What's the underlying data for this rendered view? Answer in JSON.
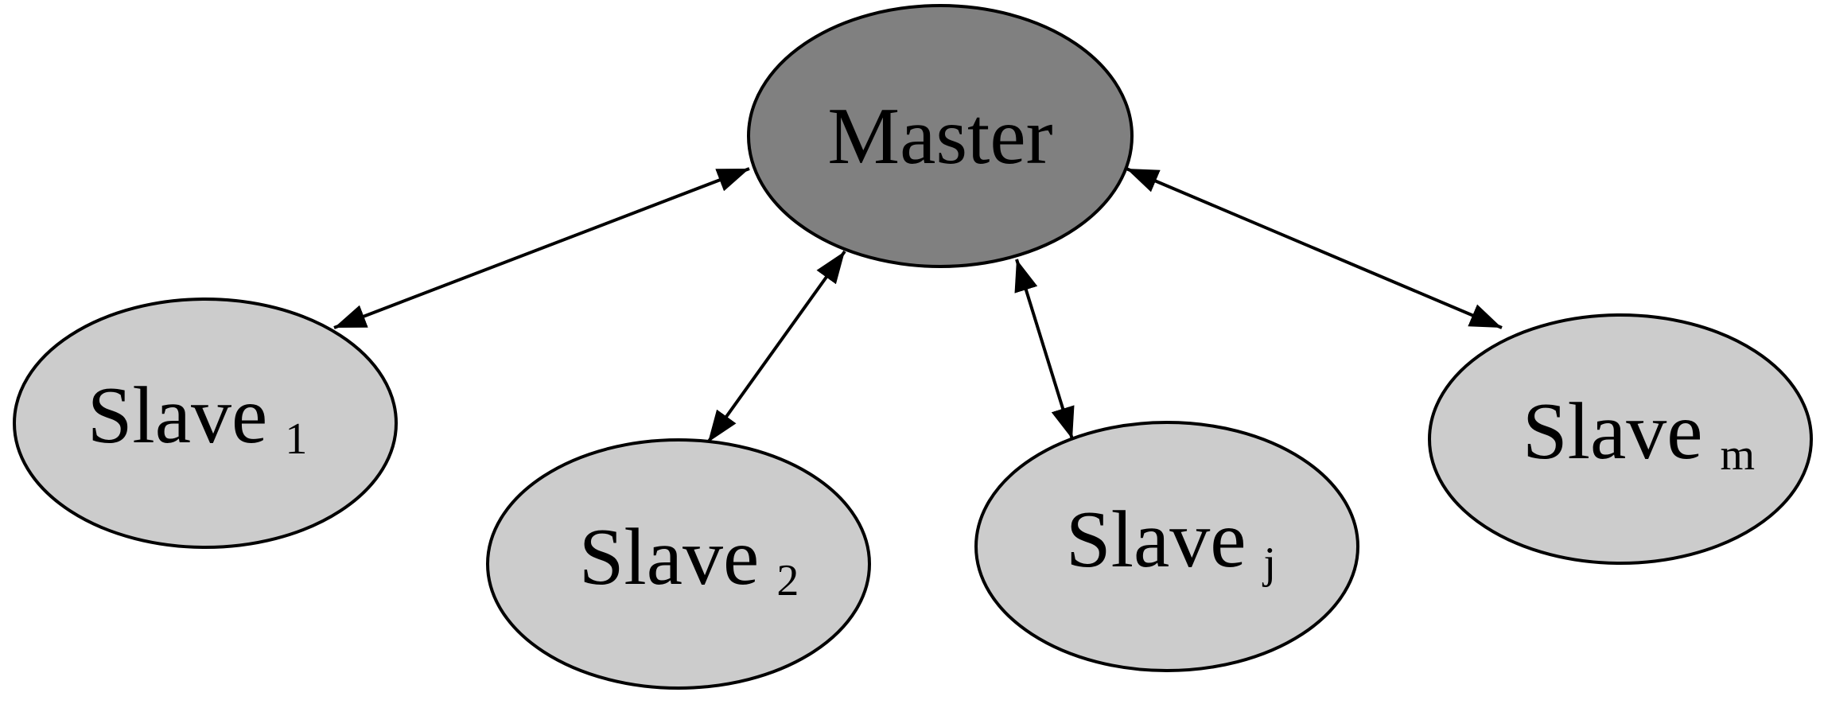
{
  "colors": {
    "master_fill": "#808080",
    "slave_fill": "#cccccc",
    "stroke": "#000000",
    "background": "#ffffff"
  },
  "nodes": {
    "master": {
      "label": "Master",
      "sub": ""
    },
    "slave_1": {
      "label": "Slave",
      "sub": "1"
    },
    "slave_2": {
      "label": "Slave",
      "sub": "2"
    },
    "slave_j": {
      "label": "Slave",
      "sub": "j"
    },
    "slave_m": {
      "label": "Slave",
      "sub": "m"
    }
  },
  "edges": [
    {
      "from": "master",
      "to": "slave_1",
      "direction": "bidirectional"
    },
    {
      "from": "master",
      "to": "slave_2",
      "direction": "bidirectional"
    },
    {
      "from": "master",
      "to": "slave_j",
      "direction": "bidirectional"
    },
    {
      "from": "master",
      "to": "slave_m",
      "direction": "bidirectional"
    }
  ]
}
